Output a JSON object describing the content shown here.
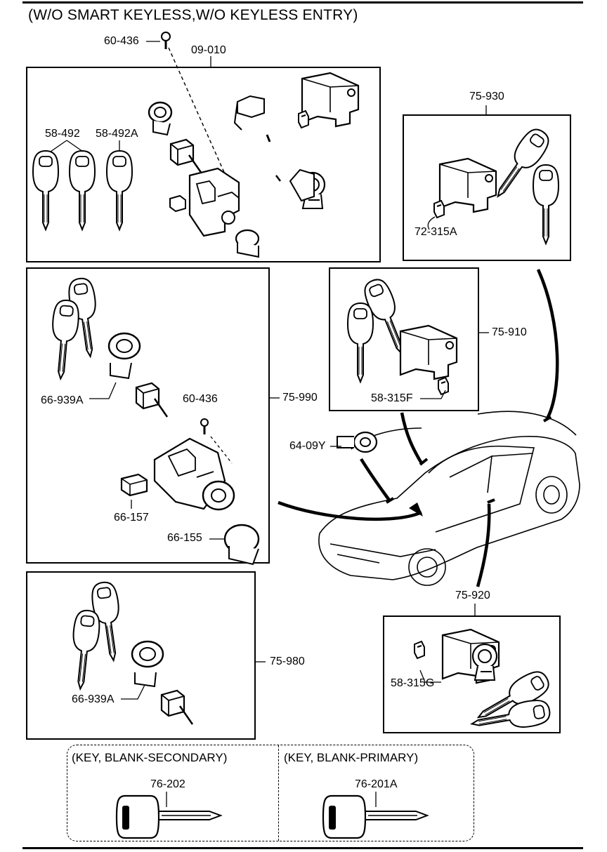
{
  "title": "(W/O SMART KEYLESS,W/O KEYLESS ENTRY)",
  "labels": {
    "p60_436_top": "60-436",
    "p09_010": "09-010",
    "p58_492": "58-492",
    "p58_492A": "58-492A",
    "p75_930": "75-930",
    "p72_315A": "72-315A",
    "p75_910": "75-910",
    "p58_315F": "58-315F",
    "p64_09Y": "64-09Y",
    "p66_939A_a": "66-939A",
    "p60_436_mid": "60-436",
    "p75_990": "75-990",
    "p66_157": "66-157",
    "p66_155": "66-155",
    "p75_920": "75-920",
    "p58_315G": "58-315G",
    "p66_939A_b": "66-939A",
    "p75_980": "75-980",
    "key_secondary_header": "(KEY, BLANK-SECONDARY)",
    "key_primary_header": "(KEY, BLANK-PRIMARY)",
    "p76_202": "76-202",
    "p76_201A": "76-201A"
  }
}
